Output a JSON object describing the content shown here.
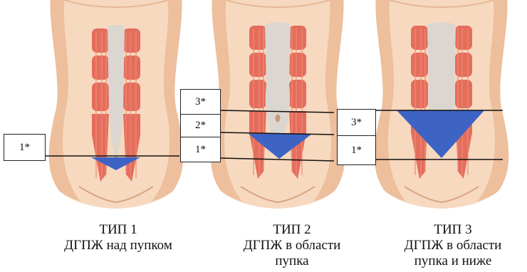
{
  "panels": [
    {
      "type_title": "ТИП 1",
      "caption_line1": "ДГПЖ над пупком",
      "caption_line2": "",
      "labels": [
        "1*"
      ]
    },
    {
      "type_title": "ТИП 2",
      "caption_line1": "ДГПЖ в области",
      "caption_line2": "пупка",
      "labels": [
        "3*",
        "2*",
        "1*"
      ]
    },
    {
      "type_title": "ТИП 3",
      "caption_line1": "ДГПЖ в области",
      "caption_line2": "пупка и ниже",
      "labels": [
        "3*",
        "1*"
      ]
    }
  ],
  "colors": {
    "skin": "#f7d9bf",
    "skin_shadow": "#edbf9c",
    "muscle": "#e46d5c",
    "linea_alba": "#dcd6d0",
    "marker_triangle": "#3d63c4",
    "line": "#111111"
  }
}
